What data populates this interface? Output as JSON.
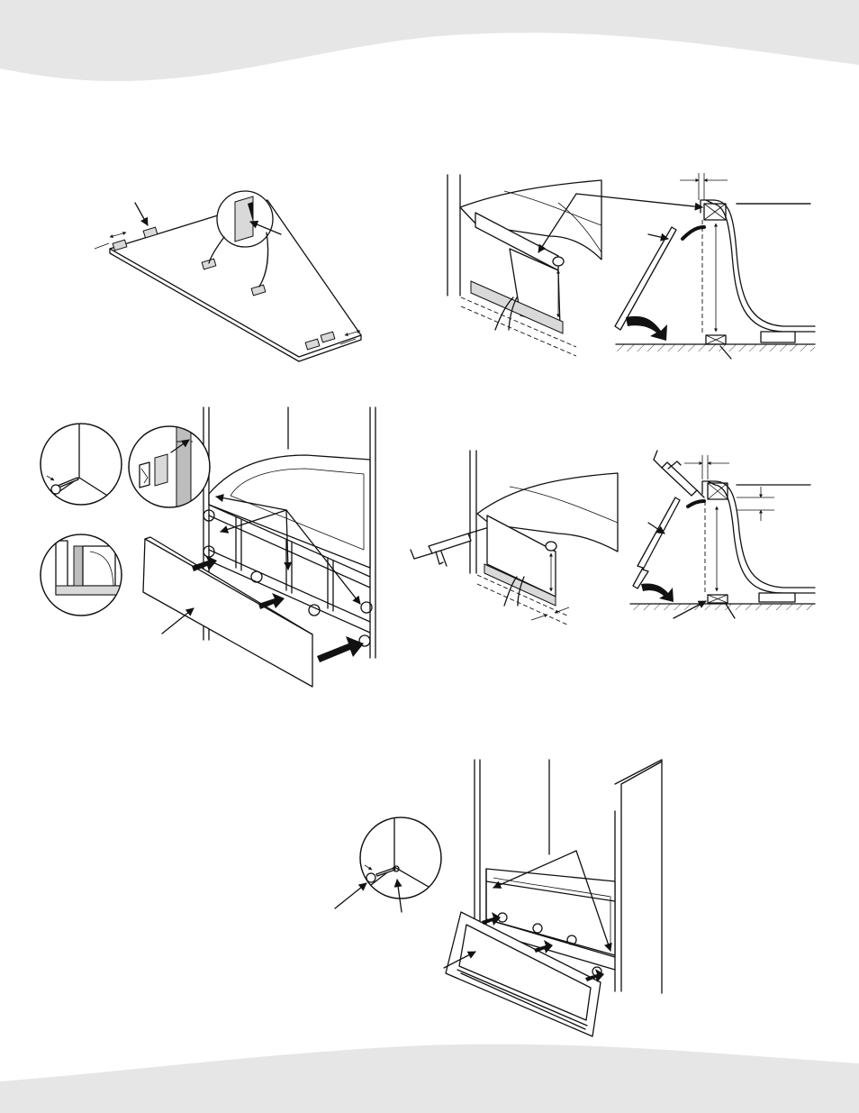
{
  "colors": {
    "band": "#e6e6e6",
    "ink": "#111111",
    "paper": "#ffffff",
    "shade_light": "#d9d9d9",
    "shade_dark": "#bdbdbd"
  },
  "figures": [
    "panel-with-fasteners",
    "tub-side-cutaway",
    "tub-section-profile",
    "panel-installation",
    "caulk-application",
    "caulk-section-profile",
    "access-panel-installation"
  ]
}
